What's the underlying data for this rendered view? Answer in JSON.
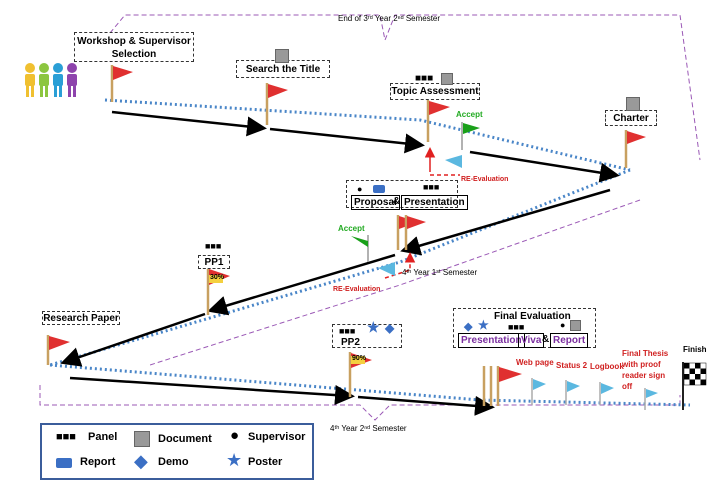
{
  "semesters": {
    "top": "End of 3ʳᵈ Year 2ⁿᵈ Semester",
    "mid": "4ᵗʰ Year 1ˢᵗ Semester",
    "bottom": "4ᵗʰ Year 2ⁿᵈ Semester"
  },
  "stages": {
    "workshop": "Workshop & Supervisor Selection",
    "search": "Search the Title",
    "topic": "Topic Assessment",
    "charter": "Charter",
    "proposal": "Proposal",
    "amp1": "&",
    "presentation1": "Presentation",
    "pp1": "PP1",
    "research": "Research Paper",
    "pp2": "PP2",
    "final_eval": "Final Evaluation",
    "presentation2": "Presentation",
    "viva": "Viva",
    "amp2": "&",
    "report": "Report"
  },
  "labels": {
    "accept1": "Accept",
    "reeval1": "RE-Evaluation",
    "accept2": "Accept",
    "reeval2": "RE-Evaluation",
    "pp1_pct": "30%",
    "pp2_pct": "90%",
    "webpage": "Web page",
    "status2": "Status 2",
    "logbook": "Logbook",
    "final_thesis": "Final Thesis with proof reader sign off",
    "finish": "Finish"
  },
  "legend": {
    "panel": "Panel",
    "document": "Document",
    "supervisor": "Supervisor",
    "report": "Report",
    "demo": "Demo",
    "poster": "Poster"
  },
  "colors": {
    "dotted_path": "#4a86c8",
    "dash_brace": "#9b59b6",
    "flag_red": "#e03030",
    "flag_green": "#1aa01a",
    "flag_light": "#5bb8e0",
    "blue_icon": "#3b6fc4"
  }
}
